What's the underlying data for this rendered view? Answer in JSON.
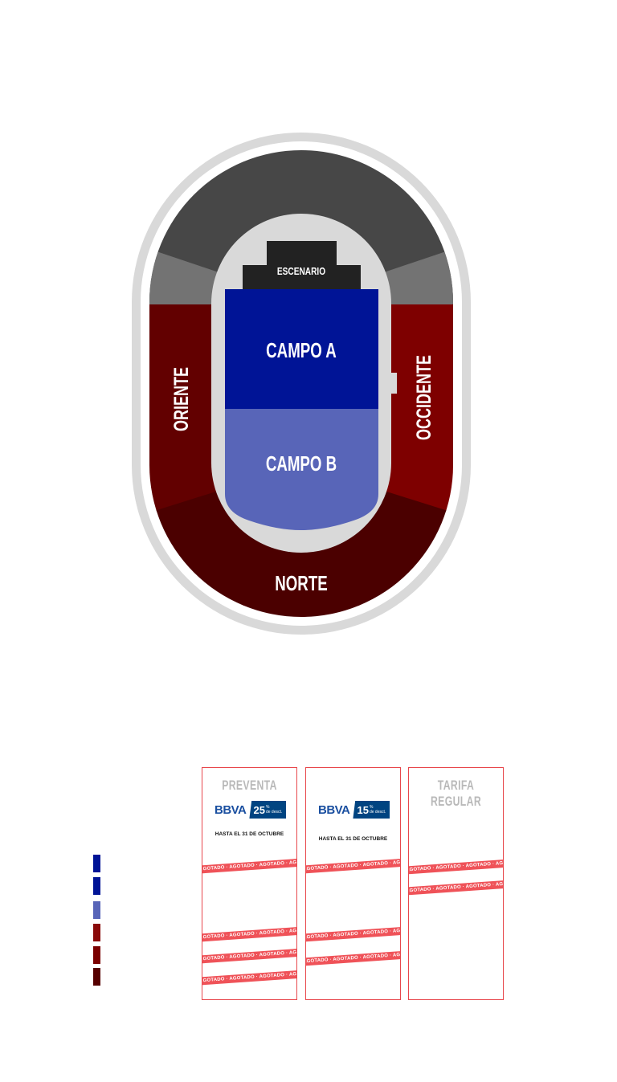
{
  "map": {
    "sections": {
      "stage": "ESCENARIO",
      "campo_a": "CAMPO A",
      "campo_b": "CAMPO B",
      "oriente": "ORIENTE",
      "occidente": "OCCIDENTE",
      "norte": "NORTE"
    },
    "colors": {
      "outer_ring": "#d9d9d9",
      "upper_stand": "#474747",
      "side_upper": "#737373",
      "oriente": "#620000",
      "occidente": "#7e0000",
      "norte": "#4b0000",
      "field": "#d9d9d9",
      "stage": "#222222",
      "campo_a": "#001496",
      "campo_b": "#5865b8"
    }
  },
  "legend": {
    "swatches": [
      {
        "color": "#001496"
      },
      {
        "color": "#001496"
      },
      {
        "color": "#5865b8"
      },
      {
        "color": "#8a0a0a"
      },
      {
        "color": "#7a0000"
      },
      {
        "color": "#560000"
      }
    ]
  },
  "cards": [
    {
      "title": "PREVENTA",
      "bank": "BBVA",
      "discount": "25",
      "discount_suffix": "%",
      "discount_sub": "de desct.",
      "until": "HASTA EL 31 DE OCTUBRE",
      "ribbon_text": "AGOTADO · AGOTADO · AGOTADO · AGOTADO · AGOTADO · AGOTADO"
    },
    {
      "title": "",
      "bank": "BBVA",
      "discount": "15",
      "discount_suffix": "%",
      "discount_sub": "de desct.",
      "until": "HASTA EL 31 DE OCTUBRE",
      "ribbon_text": "AGOTADO · AGOTADO · AGOTADO · AGOTADO · AGOTADO · AGOTADO"
    },
    {
      "title_line1": "TARIFA",
      "title_line2": "REGULAR",
      "ribbon_text": "AGOTADO · AGOTADO · AGOTADO · AGOTADO · AGOTADO · AGOTADO"
    }
  ]
}
